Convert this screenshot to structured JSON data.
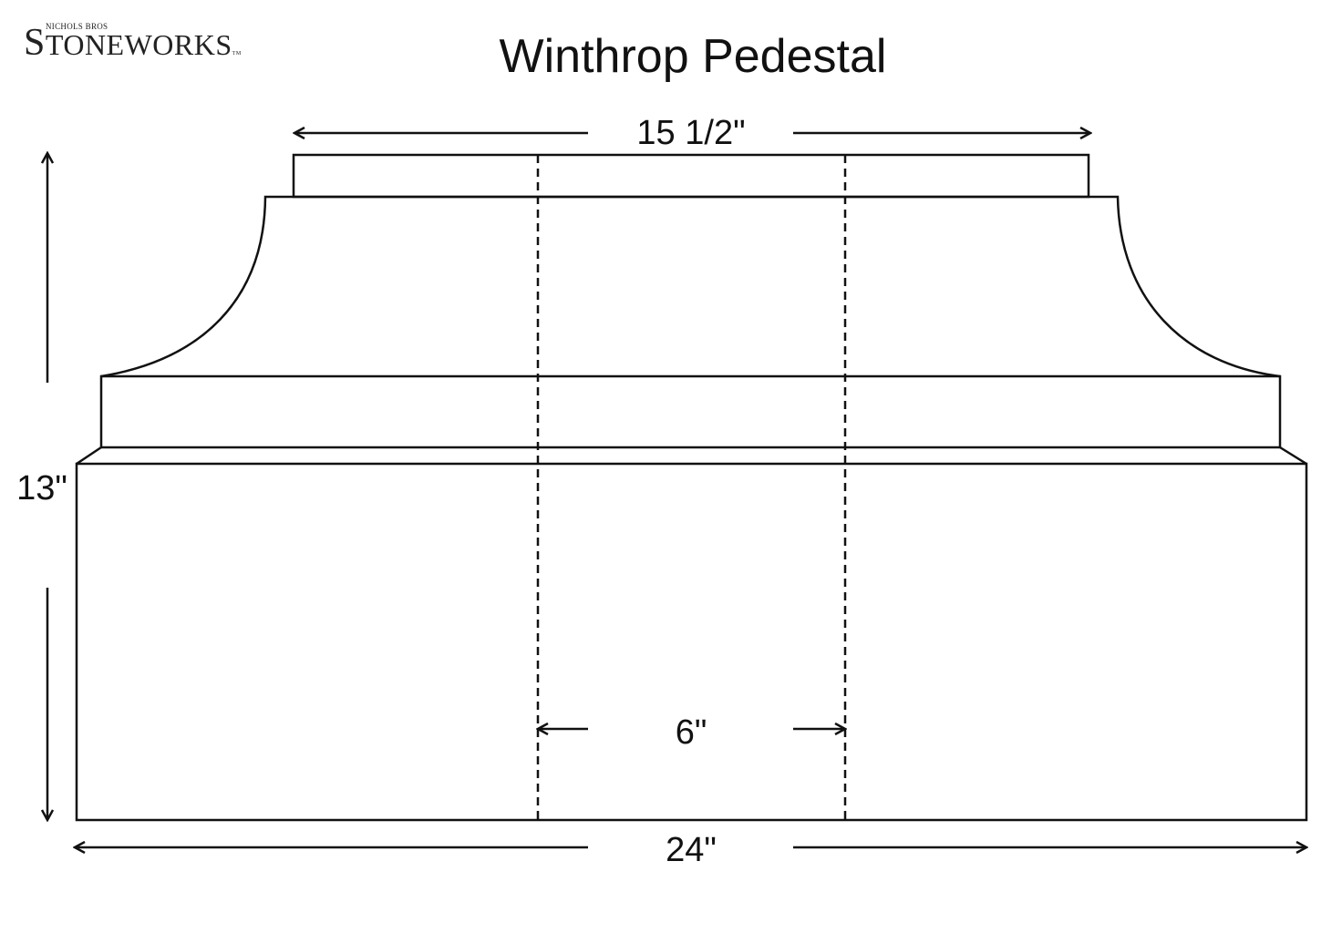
{
  "logo": {
    "small_text": "NICHOLS BROS",
    "name_first": "S",
    "name_rest": "TONEWORKS",
    "mark": "TM"
  },
  "title": "Winthrop Pedestal",
  "dimensions": {
    "top_width": "15 1/2\"",
    "height": "13\"",
    "bore": "6\"",
    "base_width": "24\""
  },
  "colors": {
    "line": "#111111",
    "background": "#ffffff"
  }
}
